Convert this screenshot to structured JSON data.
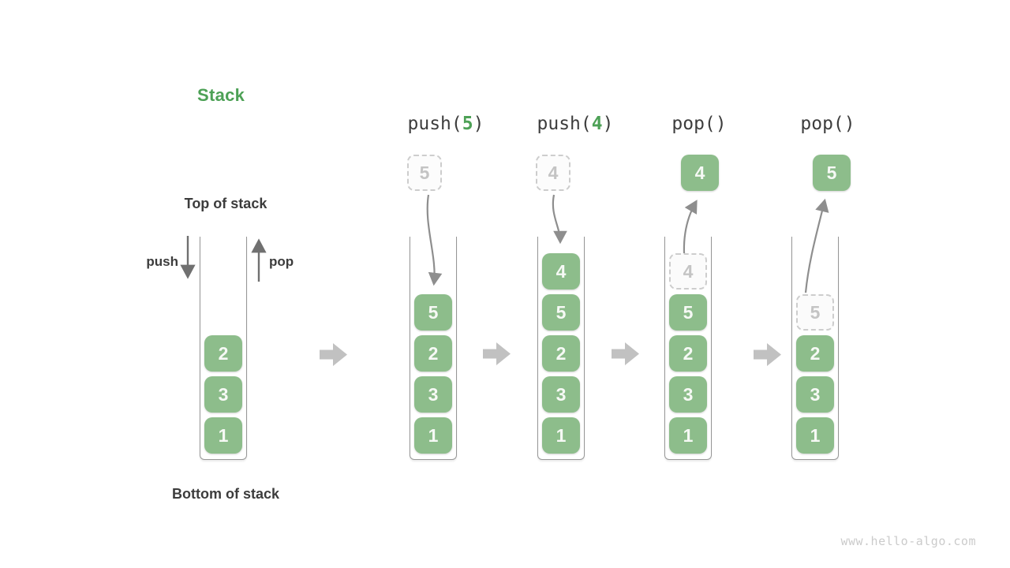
{
  "title": "Stack",
  "watermark": "www.hello-algo.com",
  "colors": {
    "accent_green": "#4da156",
    "box_green": "#8dbd8b",
    "text_dark": "#3c3c3c",
    "block_arrow_gray": "#c1c1c1",
    "thin_arrow_gray": "#8e8e8e",
    "ghost_border_gray": "#cdcdcd",
    "ghost_text_gray": "#c4c4c4"
  },
  "icons": {
    "step_arrow": "right-block-arrow-icon",
    "push_arrow": "down-arrow-icon",
    "pop_arrow": "up-arrow-icon",
    "push_curve": "curved-down-arrow-icon",
    "pop_curve": "curved-up-arrow-icon"
  },
  "initial_stack": {
    "top_label": "Top of stack",
    "bottom_label": "Bottom of stack",
    "push_label": "push",
    "pop_label": "pop",
    "items": [
      "2",
      "3",
      "1"
    ]
  },
  "steps": [
    {
      "op": {
        "pre": "push(",
        "arg": "5",
        "post": ")"
      },
      "floating": {
        "value": "5",
        "kind": "dashed-source"
      },
      "items": [
        {
          "v": "5",
          "kind": "solid"
        },
        {
          "v": "2",
          "kind": "solid"
        },
        {
          "v": "3",
          "kind": "solid"
        },
        {
          "v": "1",
          "kind": "solid"
        }
      ]
    },
    {
      "op": {
        "pre": "push(",
        "arg": "4",
        "post": ")"
      },
      "floating": {
        "value": "4",
        "kind": "dashed-source"
      },
      "items": [
        {
          "v": "4",
          "kind": "solid"
        },
        {
          "v": "5",
          "kind": "solid"
        },
        {
          "v": "2",
          "kind": "solid"
        },
        {
          "v": "3",
          "kind": "solid"
        },
        {
          "v": "1",
          "kind": "solid"
        }
      ]
    },
    {
      "op": {
        "pre": "pop()",
        "arg": "",
        "post": ""
      },
      "floating": {
        "value": "4",
        "kind": "popped"
      },
      "items": [
        {
          "v": "4",
          "kind": "ghost"
        },
        {
          "v": "5",
          "kind": "solid"
        },
        {
          "v": "2",
          "kind": "solid"
        },
        {
          "v": "3",
          "kind": "solid"
        },
        {
          "v": "1",
          "kind": "solid"
        }
      ]
    },
    {
      "op": {
        "pre": "pop()",
        "arg": "",
        "post": ""
      },
      "floating": {
        "value": "5",
        "kind": "popped"
      },
      "items": [
        {
          "v": "5",
          "kind": "ghost"
        },
        {
          "v": "2",
          "kind": "solid"
        },
        {
          "v": "3",
          "kind": "solid"
        },
        {
          "v": "1",
          "kind": "solid"
        }
      ]
    }
  ]
}
